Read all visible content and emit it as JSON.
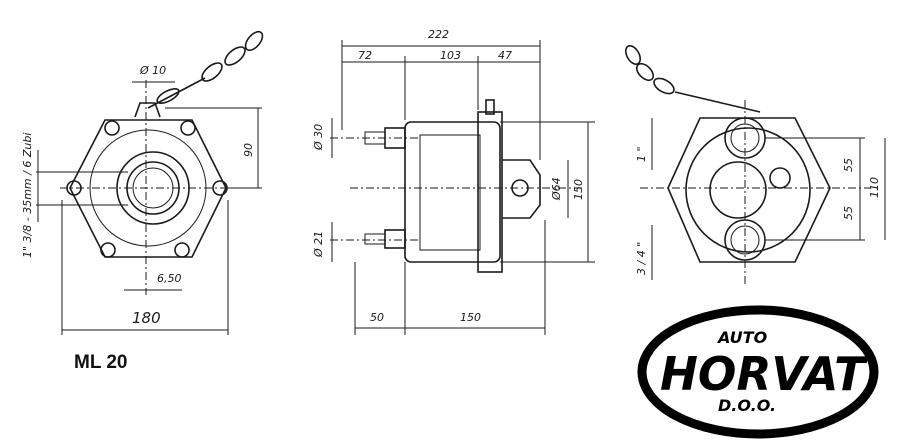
{
  "model": "ML 20",
  "front_view": {
    "pin_diameter": "Ø 10",
    "height_dim": "90",
    "shaft_spec": "1\" 3/8 - 35mm / 6 Zubi",
    "offset_dim": "6,50",
    "width_dim": "180"
  },
  "side_view": {
    "total_length": "222",
    "seg_1": "72",
    "seg_2": "103",
    "seg_3": "47",
    "port_top": "Ø 30",
    "port_bottom": "Ø 21",
    "hub_diameter": "Ø64",
    "height_dim": "150",
    "bottom_1": "50",
    "bottom_2": "150"
  },
  "rear_view": {
    "port_top": "1 \"",
    "port_bottom": "3 / 4 \"",
    "upper_dim": "55",
    "lower_dim": "55",
    "total_dim": "110"
  },
  "logo": {
    "line1": "AUTO",
    "line2": "HORVAT",
    "line3": "D.O.O."
  }
}
